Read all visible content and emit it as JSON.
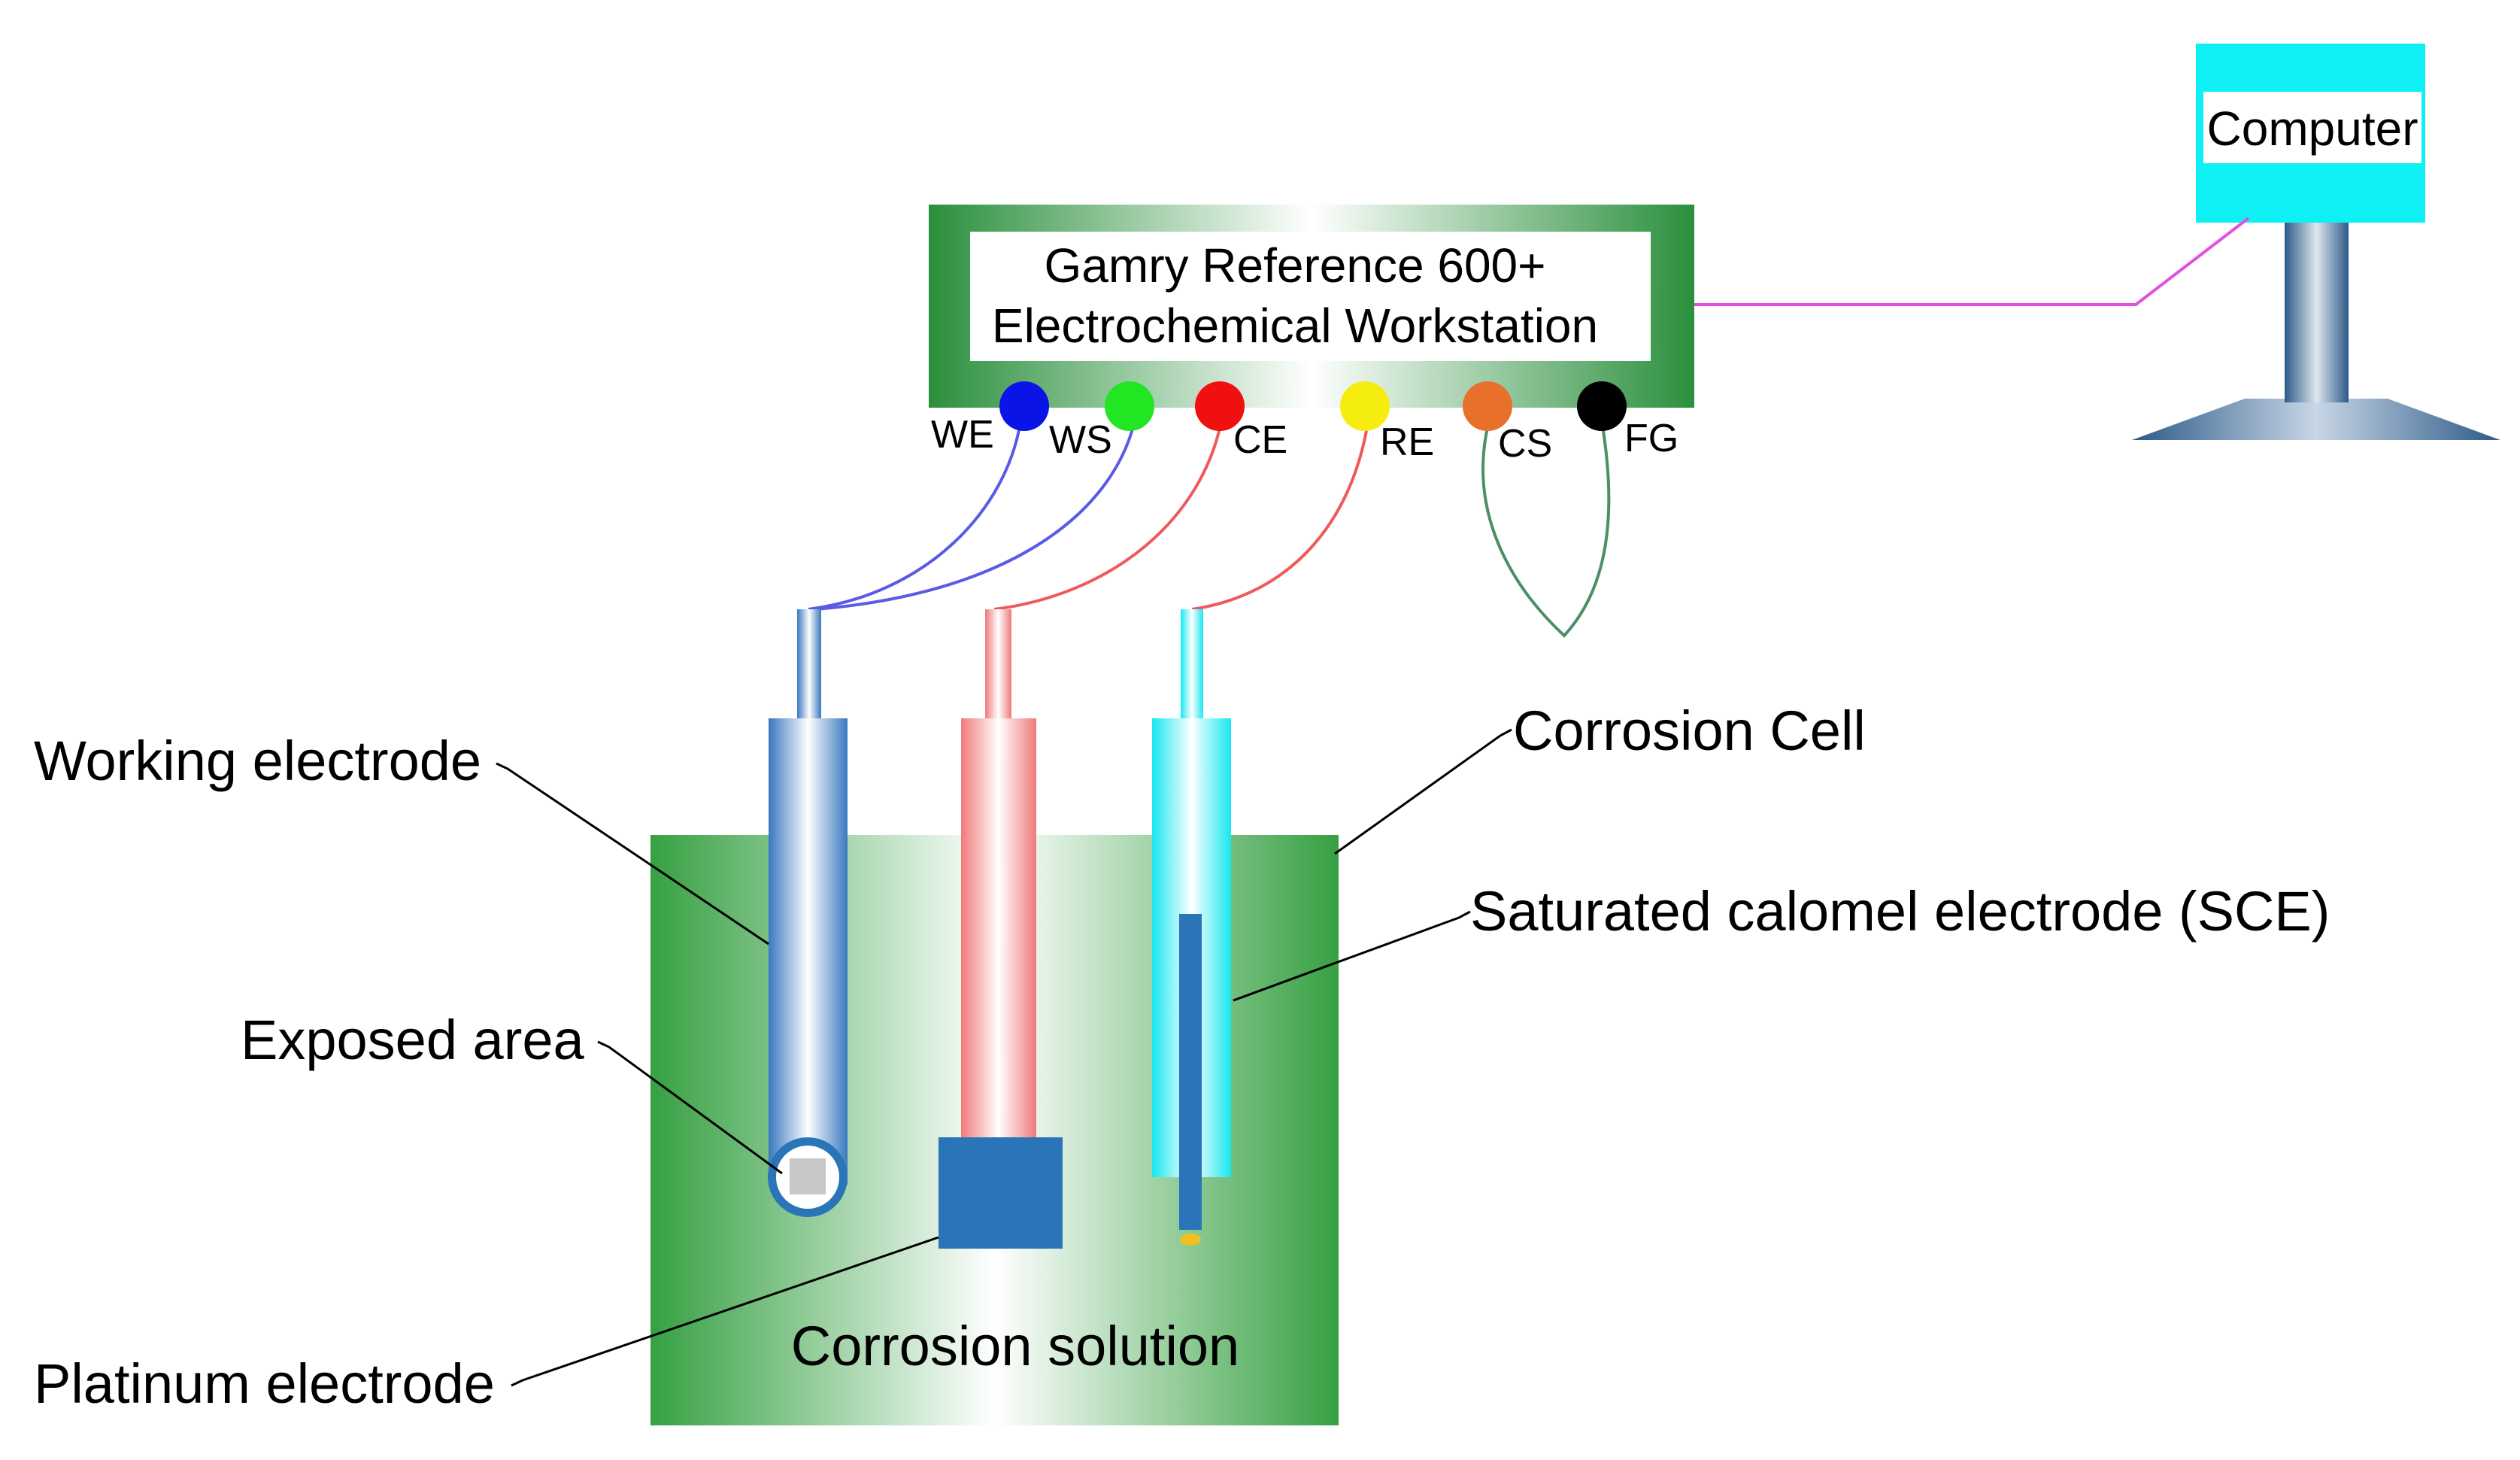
{
  "workstation": {
    "title_line1": "Gamry Reference 600+",
    "title_line2": "Electrochemical Workstation"
  },
  "computer": {
    "label": "Computer"
  },
  "ports": [
    {
      "label": "WE",
      "color": "#0a14e6"
    },
    {
      "label": "WS",
      "color": "#22e622"
    },
    {
      "label": "CE",
      "color": "#f01010"
    },
    {
      "label": "RE",
      "color": "#f5ec10"
    },
    {
      "label": "CS",
      "color": "#e8702a"
    },
    {
      "label": "FG",
      "color": "#000000"
    }
  ],
  "labels": {
    "working_electrode": "Working electrode",
    "exposed_area": "Exposed area",
    "platinum_electrode": "Platinum electrode",
    "corrosion_cell": "Corrosion Cell",
    "sce": "Saturated calomel electrode (SCE)",
    "corrosion_solution": "Corrosion solution"
  },
  "colors": {
    "workstation_green": "#2e8b3f",
    "cell_green": "#3aa544",
    "computer_cyan": "#0ff0f4",
    "computer_stand": "#2f5a85",
    "blue_wire": "#5a5ae8",
    "red_wire": "#ee5a5a",
    "green_wire": "#4a8f66",
    "pink_wire": "#e050e0",
    "platinum_block": "#2a74b8"
  }
}
